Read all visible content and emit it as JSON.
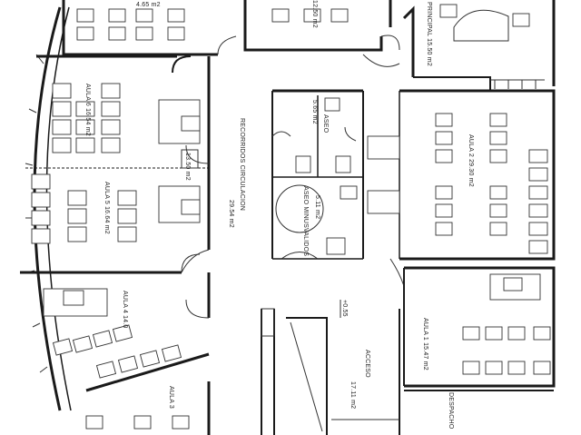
{
  "rooms": {
    "top_left_area": "4.65 m2",
    "top_center": "12.50 m2",
    "principal": "PRINCIPAL 15.50 m2",
    "aula6": "AULA 6 16.54 m2",
    "aula6_side": "13.50 m2",
    "aula5": "AULA 5 16.64 m2",
    "corridor": "RECORRIDOS CIRCULACION",
    "corridor_area": "29.54 m2",
    "aseo": "ASEO",
    "aseo_area": "5.65 m2",
    "aseo_min": "ASEO MINUSVALIDOS",
    "aseo_min_area": "5.11 m2",
    "aula2": "AULA 2 29.30 m2",
    "aula4": "AULA 4 14.0",
    "aula1": "AULA 1 15.47 m2",
    "acceso": "ACCESO",
    "acceso_area": "17.11 m2",
    "level": "+0.55",
    "aula3": "AULA 3",
    "despacho": "DESPACHO"
  }
}
